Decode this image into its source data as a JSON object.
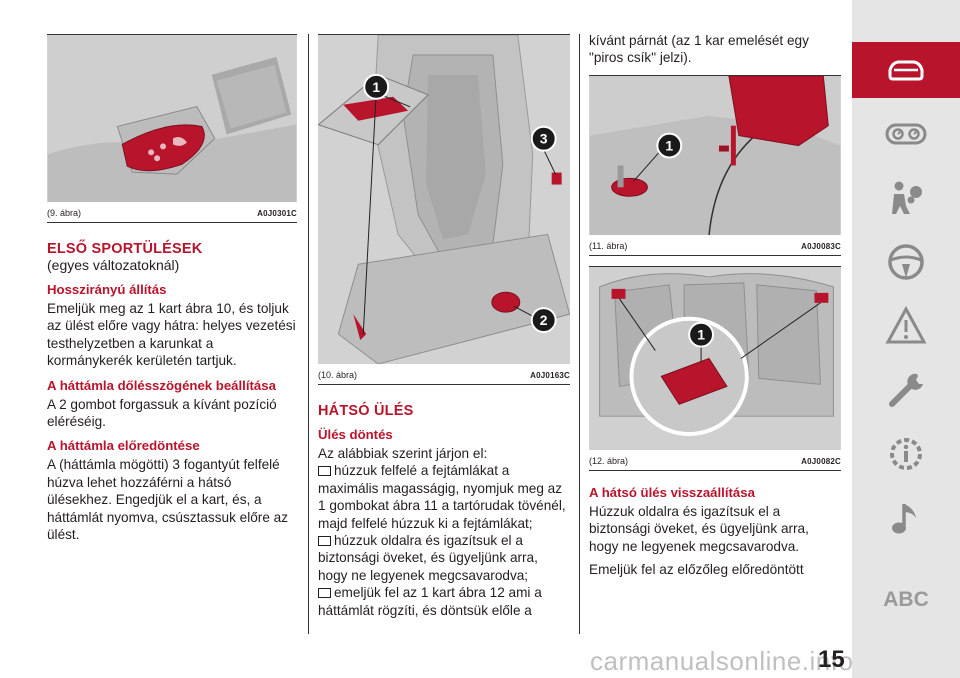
{
  "figures": {
    "fig9": {
      "caption": "(9. ábra)",
      "code": "A0J0301C"
    },
    "fig10": {
      "caption": "(10. ábra)",
      "code": "A0J0163C",
      "callouts": [
        "1",
        "2",
        "3"
      ]
    },
    "fig11": {
      "caption": "(11. ábra)",
      "code": "A0J0083C",
      "callouts": [
        "1"
      ]
    },
    "fig12": {
      "caption": "(12. ábra)",
      "code": "A0J0082C",
      "callouts": [
        "1"
      ]
    }
  },
  "col1": {
    "title": "ELSŐ SPORTÜLÉSEK",
    "subtitle": "(egyes változatoknál)",
    "s1_heading": "Hosszirányú állítás",
    "s1_text": "Emeljük meg az 1 kart ábra 10, és toljuk az ülést előre vagy hátra: helyes vezetési testhelyzetben a karunkat a kormánykerék kerületén tartjuk.",
    "s2_heading": "A háttámla dőlésszögének beállítása",
    "s2_text": "A 2 gombot forgassuk a kívánt pozíció eléréséig.",
    "s3_heading": "A háttámla előredöntése",
    "s3_text": "A (háttámla mögötti) 3 fogantyút felfelé húzva lehet hozzáférni a hátsó ülésekhez. Engedjük el a kart, és, a háttámlát nyomva, csúsztassuk előre az ülést."
  },
  "col2": {
    "title": "HÁTSÓ ÜLÉS",
    "s1_heading": "Ülés döntés",
    "intro": "Az alábbiak szerint járjon el:",
    "bullets": [
      "húzzuk felfelé a fejtámlákat a maximális magasságig, nyomjuk meg az 1 gombokat ábra 11 a tartórudak tövénél, majd felfelé húzzuk ki a fejtámlákat;",
      "húzzuk oldalra és igazítsuk el a biztonsági öveket, és ügyeljünk arra, hogy ne legyenek megcsavarodva;",
      "emeljük fel az 1 kart ábra 12 ami a háttámlát rögzíti, és döntsük előle a"
    ]
  },
  "col3": {
    "top_text": "kívánt párnát (az 1 kar emelését egy \"piros csík\" jelzi).",
    "s1_heading": "A hátsó ülés visszaállítása",
    "s1_text": "Húzzuk oldalra és igazítsuk el a biztonsági öveket, és ügyeljünk arra, hogy ne legyenek megcsavarodva.",
    "s1_text2": "Emeljük fel az előzőleg előredöntött"
  },
  "sidebar": {
    "items": [
      {
        "icon": "car-icon",
        "active": true
      },
      {
        "icon": "dashboard-gauges-icon",
        "active": false
      },
      {
        "icon": "airbag-person-icon",
        "active": false
      },
      {
        "icon": "steering-wheel-icon",
        "active": false
      },
      {
        "icon": "warning-triangle-icon",
        "active": false
      },
      {
        "icon": "wrench-icon",
        "active": false
      },
      {
        "icon": "info-gear-icon",
        "active": false
      },
      {
        "icon": "music-note-icon",
        "active": false
      }
    ],
    "abc_label": "ABC",
    "active_color": "#b8152d"
  },
  "page_number": "15",
  "watermark": "carmanualsonline.info"
}
